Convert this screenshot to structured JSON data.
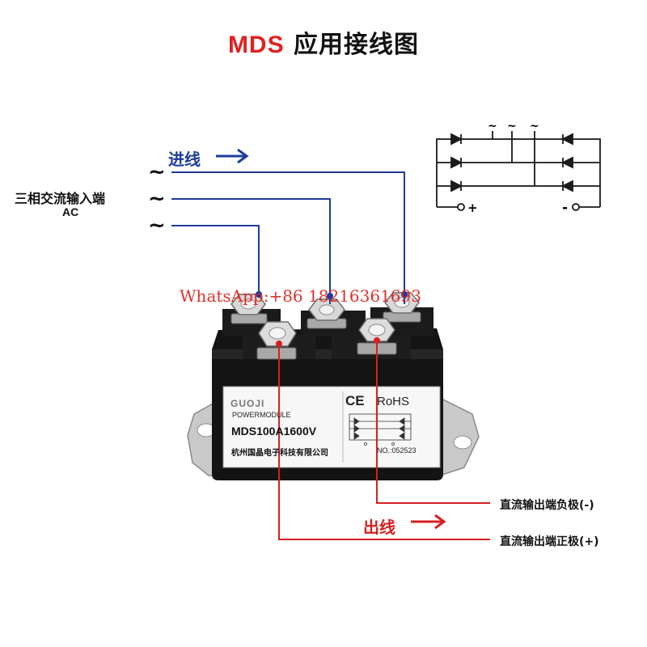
{
  "title": {
    "brand": "MDS",
    "rest": " 应用接线图"
  },
  "input": {
    "label": "进线",
    "arrow": "→",
    "tilde": "~",
    "ac_cn": "三相交流输入端",
    "ac_en": "AC"
  },
  "output": {
    "label": "出线",
    "arrow": "→",
    "negative_label": "直流输出端负极(-)",
    "positive_label": "直流输出端正极(+)"
  },
  "schematic": {
    "tilde": "~",
    "plus": "+",
    "minus": "-"
  },
  "module": {
    "brand": "GUOJI",
    "line1": "POWERMODULE",
    "model": "MDS100A1600V",
    "company": "杭州国晶电子科技有限公司",
    "ce": "CE",
    "rohs": "RoHS",
    "serial": "NO.:052523"
  },
  "watermark": "WhatsApp:+86  18216361693",
  "colors": {
    "input_wire": "#1f3c9c",
    "output_wire": "#d62020",
    "brand": "#e02020"
  },
  "icons": [
    "arrow-right-icon",
    "diode-icon",
    "terminal-screw-icon"
  ]
}
